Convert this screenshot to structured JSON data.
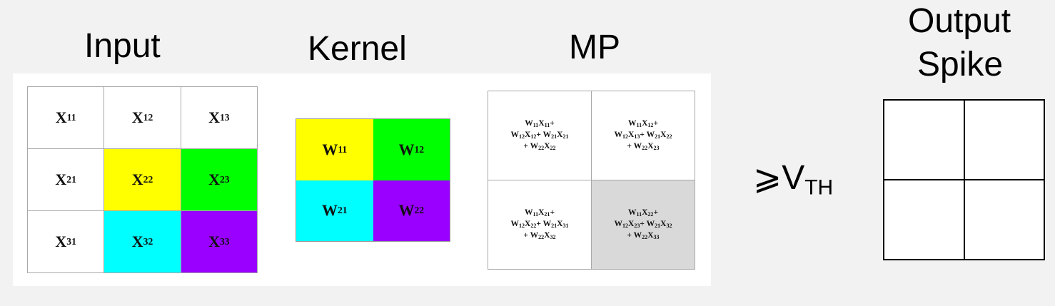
{
  "titles": {
    "input": "Input",
    "kernel": "Kernel",
    "mp": "MP",
    "output_line1": "Output",
    "output_line2": "Spike"
  },
  "input_cells": [
    {
      "var": "X",
      "sub": "11",
      "color": "#ffffff"
    },
    {
      "var": "X",
      "sub": "12",
      "color": "#ffffff"
    },
    {
      "var": "X",
      "sub": "13",
      "color": "#ffffff"
    },
    {
      "var": "X",
      "sub": "21",
      "color": "#ffffff"
    },
    {
      "var": "X",
      "sub": "22",
      "color": "#ffff00"
    },
    {
      "var": "X",
      "sub": "23",
      "color": "#00ff00"
    },
    {
      "var": "X",
      "sub": "31",
      "color": "#ffffff"
    },
    {
      "var": "X",
      "sub": "32",
      "color": "#00ffff"
    },
    {
      "var": "X",
      "sub": "33",
      "color": "#9900ff"
    }
  ],
  "kernel_cells": [
    {
      "var": "W",
      "sub": "11",
      "color": "#ffff00"
    },
    {
      "var": "W",
      "sub": "12",
      "color": "#00ff00"
    },
    {
      "var": "W",
      "sub": "21",
      "color": "#00ffff"
    },
    {
      "var": "W",
      "sub": "22",
      "color": "#9900ff"
    }
  ],
  "mp_cells": [
    {
      "color": "#ffffff",
      "lines": [
        [
          [
            "W",
            "11"
          ],
          [
            "X",
            "11"
          ],
          [
            "+",
            ""
          ]
        ],
        [
          [
            "W",
            "12"
          ],
          [
            "X",
            "12"
          ],
          [
            "+ W",
            "21"
          ],
          [
            "X",
            "21"
          ]
        ],
        [
          [
            "+ W",
            "22"
          ],
          [
            "X",
            "22"
          ]
        ]
      ]
    },
    {
      "color": "#ffffff",
      "lines": [
        [
          [
            "W",
            "11"
          ],
          [
            "X",
            "12"
          ],
          [
            "+",
            ""
          ]
        ],
        [
          [
            "W",
            "12"
          ],
          [
            "X",
            "13"
          ],
          [
            "+ W",
            "21"
          ],
          [
            "X",
            "22"
          ]
        ],
        [
          [
            "+ W",
            "22"
          ],
          [
            "X",
            "23"
          ]
        ]
      ]
    },
    {
      "color": "#ffffff",
      "lines": [
        [
          [
            "W",
            "11"
          ],
          [
            "X",
            "21"
          ],
          [
            "+",
            ""
          ]
        ],
        [
          [
            "W",
            "12"
          ],
          [
            "X",
            "22"
          ],
          [
            "+ W",
            "21"
          ],
          [
            "X",
            "31"
          ]
        ],
        [
          [
            "+ W",
            "22"
          ],
          [
            "X",
            "32"
          ]
        ]
      ]
    },
    {
      "color": "#d9d9d9",
      "lines": [
        [
          [
            "W",
            "11"
          ],
          [
            "X",
            "22"
          ],
          [
            "+",
            ""
          ]
        ],
        [
          [
            "W",
            "12"
          ],
          [
            "X",
            "23"
          ],
          [
            "+ W",
            "21"
          ],
          [
            "X",
            "32"
          ]
        ],
        [
          [
            "+ W",
            "22"
          ],
          [
            "X",
            "33"
          ]
        ]
      ]
    }
  ],
  "threshold": {
    "symbol": "⩾",
    "letter": "V",
    "sub": "TH"
  },
  "output_cells": 4
}
